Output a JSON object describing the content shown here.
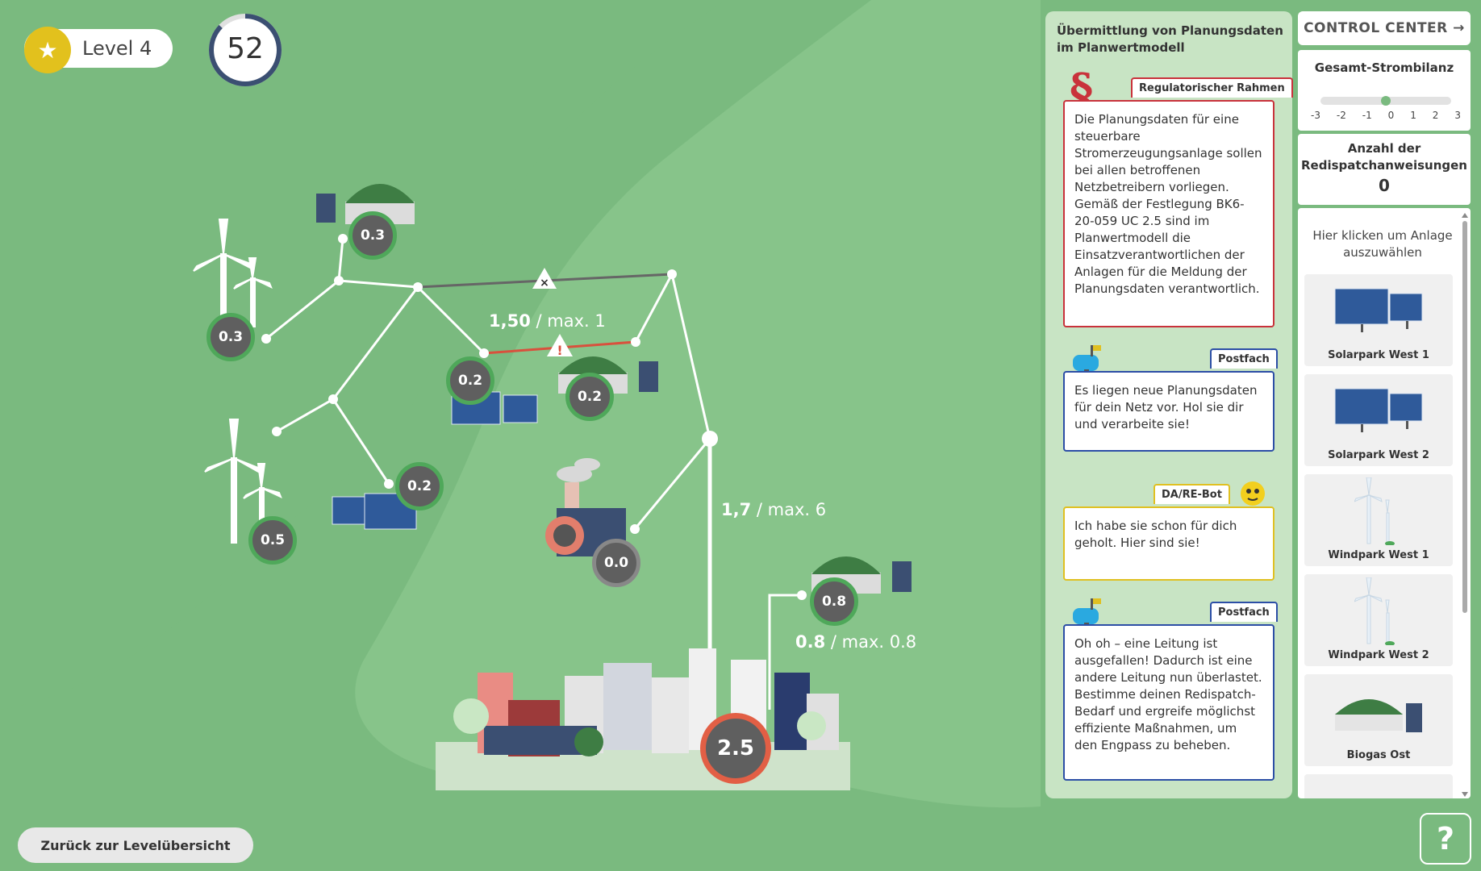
{
  "hud": {
    "level_label": "Level 4",
    "timer_value": "52",
    "timer_fraction": 0.87
  },
  "map": {
    "badges": [
      {
        "id": "biogas-top",
        "value": "0.3"
      },
      {
        "id": "wind-1",
        "value": "0.3"
      },
      {
        "id": "solar-1",
        "value": "0.2"
      },
      {
        "id": "biogas-mid",
        "value": "0.2"
      },
      {
        "id": "solar-2",
        "value": "0.2"
      },
      {
        "id": "wind-2",
        "value": "0.5"
      },
      {
        "id": "factory",
        "value": "0.0"
      },
      {
        "id": "biogas-low",
        "value": "0.8"
      }
    ],
    "city_value": "2.5",
    "lines": [
      {
        "id": "overloaded",
        "load": "1,50",
        "max": "/ max. 1"
      },
      {
        "id": "main",
        "load": "1,7",
        "max": "/ max. 6"
      },
      {
        "id": "biogas-feed",
        "load": "0.8",
        "max": "/ max. 0.8"
      }
    ],
    "colors": {
      "ok_ring": "#4fa85a",
      "overload_ring": "#e25f45",
      "overload_line": "#d9503d",
      "failed_line": "#666666"
    }
  },
  "back_button": "Zurück zur Levelübersicht",
  "messages": {
    "title": "Übermittlung von Planungsdaten im Planwertmodell",
    "cards": [
      {
        "tab": "Regulatorischer Rahmen",
        "text": "Die Planungsdaten für eine steuerbare Stromerzeugungsanlage sollen bei allen betroffenen Netzbetreibern vorliegen. Gemäß der Festlegung BK6-20-059 UC 2.5 sind im Planwertmodell die Einsatzverantwortlichen der Anlagen für die Meldung der Planungsdaten verantwortlich."
      },
      {
        "tab": "Postfach",
        "text": "Es liegen neue Planungsdaten für dein Netz vor. Hol sie dir und verarbeite sie!"
      },
      {
        "tab": "DA/RE-Bot",
        "text": "Ich habe sie schon für dich geholt. Hier sind sie!"
      },
      {
        "tab": "Postfach",
        "text": "Oh oh – eine Leitung ist ausgefallen! Dadurch ist eine andere Leitung nun überlastet. Bestimme deinen Redispatch-Bedarf und ergreife möglichst effiziente Maßnahmen, um den Engpass zu beheben."
      }
    ]
  },
  "control_center": {
    "header": "CONTROL CENTER →",
    "balance_label": "Gesamt-Strombilanz",
    "balance_value": 0,
    "balance_ticks": [
      "-3",
      "-2",
      "-1",
      "0",
      "1",
      "2",
      "3"
    ],
    "redispatch_label": "Anzahl der Redispatchanweisungen",
    "redispatch_count": "0",
    "plant_hint": "Hier klicken um Anlage auszuwählen",
    "plants": [
      {
        "name": "Solarpark West 1",
        "icon": "solar-panel-icon"
      },
      {
        "name": "Solarpark West 2",
        "icon": "solar-panel-icon"
      },
      {
        "name": "Windpark West 1",
        "icon": "wind-turbine-icon"
      },
      {
        "name": "Windpark West 2",
        "icon": "wind-turbine-icon"
      },
      {
        "name": "Biogas Ost",
        "icon": "biogas-dome-icon"
      }
    ]
  },
  "help_label": "?"
}
